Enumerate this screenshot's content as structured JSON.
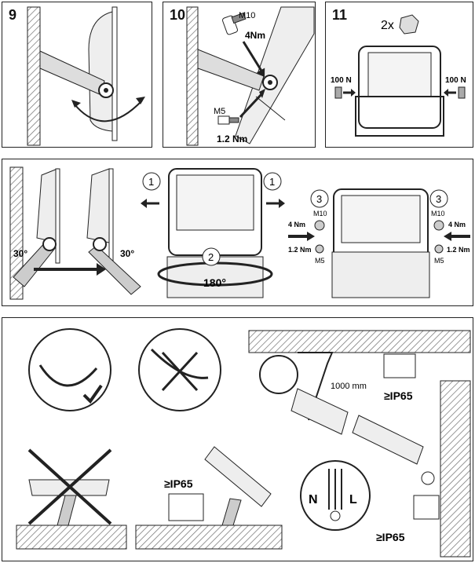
{
  "steps": {
    "s9": "9",
    "s10": "10",
    "s11": "11"
  },
  "step10": {
    "screw_top": "M10",
    "torque_top": "4Nm",
    "screw_bottom": "M5",
    "torque_bottom": "1.2 Nm"
  },
  "step11": {
    "qty": "2x",
    "force_left": "100 N",
    "force_right": "100 N"
  },
  "adjust": {
    "angle_left": "30°",
    "angle_right": "30°",
    "circle1a": "1",
    "circle1b": "1",
    "circle2": "2",
    "rotation": "180°",
    "circle3a": "3",
    "circle3b": "3",
    "m10_left": "M10",
    "m10_right": "M10",
    "t4_left": "4 Nm",
    "t4_right": "4 Nm",
    "t12_left": "1.2 Nm",
    "t12_right": "1.2 Nm",
    "m5_left": "M5",
    "m5_right": "M5"
  },
  "install": {
    "cable_length": "1000 mm",
    "ip_ceiling": "≥IP65",
    "ip_floor": "≥IP65",
    "ip_wall": "≥IP65",
    "wire_n": "N",
    "wire_l": "L"
  },
  "colors": {
    "hatch": "#888888",
    "line": "#222222",
    "fixture_fill": "#e6e6e6"
  }
}
